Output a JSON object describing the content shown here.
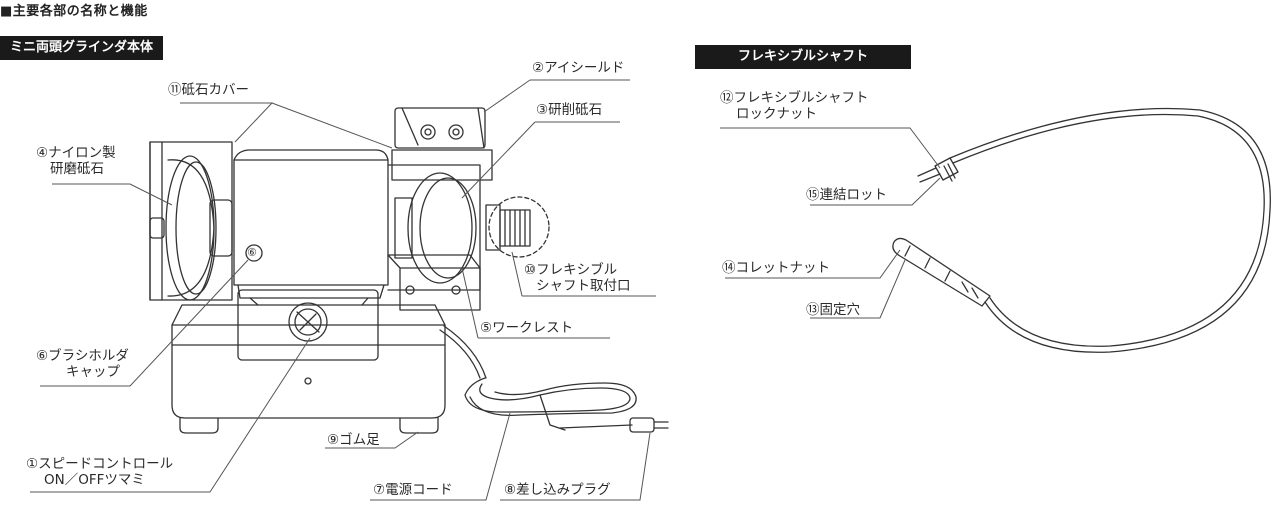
{
  "page_title": "■主要各部の名称と機能",
  "sections": {
    "grinder": "ミニ両頭グラインダ本体",
    "shaft": "フレキシブルシャフト"
  },
  "labels": {
    "wheel_cover": "⑪砥石カバー",
    "eye_shield": "②アイシールド",
    "grinding_wheel": "③研削砥石",
    "nylon_line1": "④ナイロン製",
    "nylon_line2": "研磨砥石",
    "shaft_mount_line1": "⑩フレキシブル",
    "shaft_mount_line2": "シャフト取付口",
    "work_rest": "⑤ワークレスト",
    "brush_line1": "⑥ブラシホルダ",
    "brush_line2": "キャップ",
    "rubber_feet": "⑨ゴム足",
    "speed_line1": "①スピードコントロール",
    "speed_line2": "ON／OFFツマミ",
    "power_cord": "⑦電源コード",
    "plug": "⑧差し込みプラグ",
    "lock_nut_line1": "⑫フレキシブルシャフト",
    "lock_nut_line2": "ロックナット",
    "rod": "⑮連結ロット",
    "collet_nut": "⑭コレットナット",
    "fixing_hole": "⑬固定穴",
    "brush_marker": "⑥"
  }
}
